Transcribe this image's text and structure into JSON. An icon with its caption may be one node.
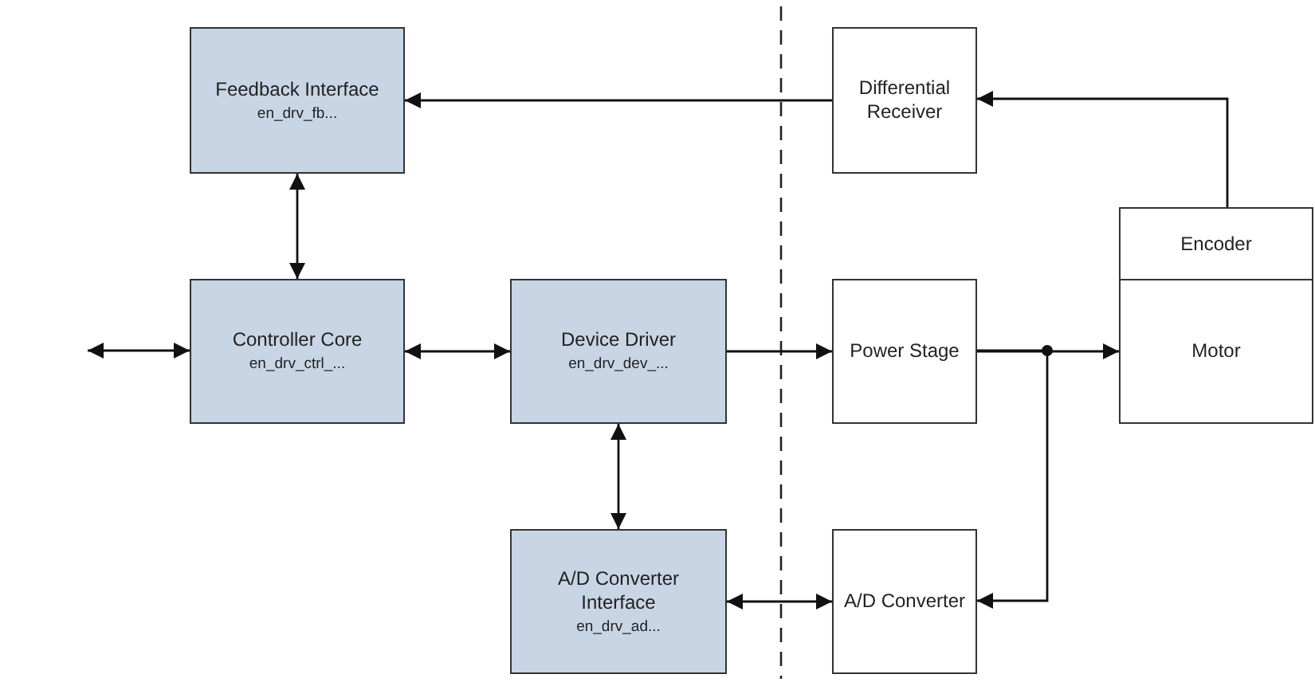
{
  "diagram": {
    "nodes": [
      {
        "text": [
          "Feedback Interface",
          "en_drv_fb..."
        ]
      },
      {
        "text": [
          "Differential Receiver"
        ]
      },
      {
        "text": [
          "Encoder"
        ]
      },
      {
        "text": [
          "Controller Core",
          "en_drv_ctrl_..."
        ]
      },
      {
        "text": [
          "Device Driver",
          "en_drv_dev_..."
        ]
      },
      {
        "text": [
          "Power Stage"
        ]
      },
      {
        "text": [
          "Motor"
        ]
      },
      {
        "text": [
          "A/D Converter Interface",
          "en_drv_ad..."
        ]
      },
      {
        "text": [
          "A/D Converter"
        ]
      }
    ],
    "edges": [
      {
        "from": 1,
        "to": 0,
        "arrow": "to"
      },
      {
        "from": 2,
        "to": 1,
        "arrow": "to"
      },
      {
        "from": 0,
        "to": 3,
        "arrow": "both"
      },
      {
        "from": null,
        "to": 3,
        "arrow": "both"
      },
      {
        "from": 3,
        "to": 4,
        "arrow": "both"
      },
      {
        "from": 4,
        "to": 5,
        "arrow": "to"
      },
      {
        "from": 5,
        "to": 6,
        "arrow": "to"
      },
      {
        "from": 5,
        "to": 8,
        "arrow": "to"
      },
      {
        "from": 4,
        "to": 7,
        "arrow": "both"
      },
      {
        "from": 7,
        "to": 8,
        "arrow": "both"
      }
    ]
  }
}
